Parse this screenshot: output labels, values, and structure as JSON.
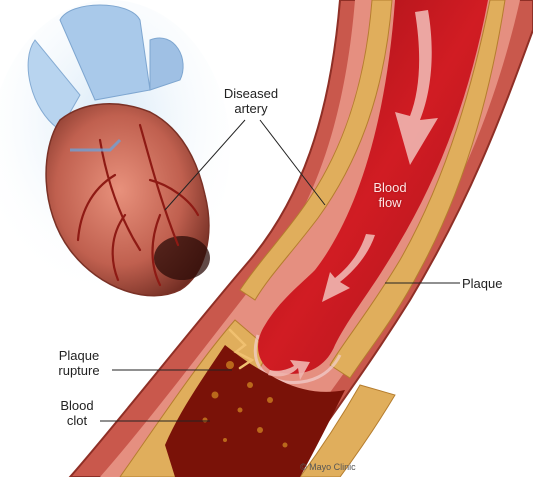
{
  "labels": {
    "diseased_artery": [
      "Diseased",
      "artery"
    ],
    "blood_flow": [
      "Blood",
      "flow"
    ],
    "plaque": "Plaque",
    "plaque_rupture": [
      "Plaque",
      "rupture"
    ],
    "blood_clot": [
      "Blood",
      "clot"
    ],
    "credit": "© Mayo Clinic"
  },
  "colors": {
    "artery_wall": "#c9584c",
    "plaque": "#e0ae5c",
    "blood": "#c8161e",
    "clot": "#7a1208",
    "heart_muscle": "#c0604f",
    "vessel_blue": "#9ec3e6"
  }
}
